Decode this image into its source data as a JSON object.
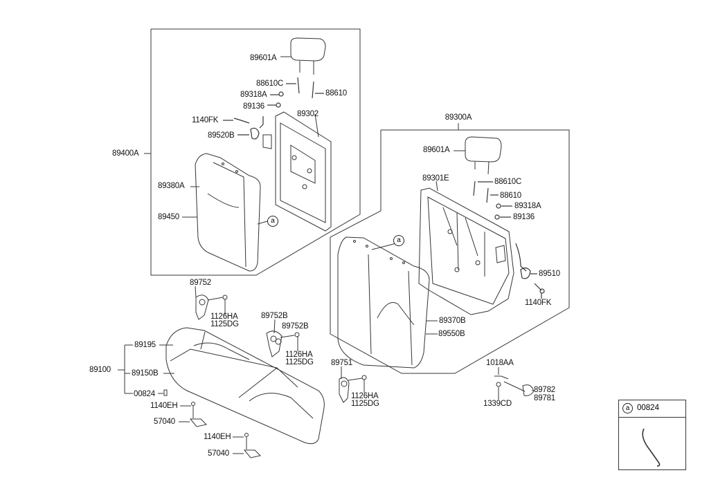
{
  "diagram": {
    "callout_marker": "a",
    "left_backrest": {
      "assembly": "89400A",
      "labels": [
        "89601A",
        "88610C",
        "88610",
        "89318A",
        "89136",
        "89302",
        "1140FK",
        "89520B",
        "89380A",
        "89450"
      ]
    },
    "right_backrest": {
      "assembly": "89300A",
      "labels": [
        "89601A",
        "89301E",
        "88610C",
        "88610",
        "89318A",
        "89136",
        "89510",
        "1140FK",
        "89370B",
        "89550B"
      ]
    },
    "cushion": {
      "assembly": "89100",
      "labels": [
        "89195",
        "89150B",
        "00824",
        "1140EH",
        "57040",
        "1140EH",
        "57040"
      ]
    },
    "hinges": {
      "labels": [
        "89752",
        "1126HA",
        "1125DG",
        "89752B",
        "89752B",
        "1126HA",
        "1125DG",
        "89751",
        "1126HA",
        "1125DG"
      ]
    },
    "latch": {
      "labels": [
        "1018AA",
        "89782",
        "89781",
        "1339CD"
      ]
    },
    "legend": {
      "marker": "a",
      "part": "00824"
    }
  }
}
